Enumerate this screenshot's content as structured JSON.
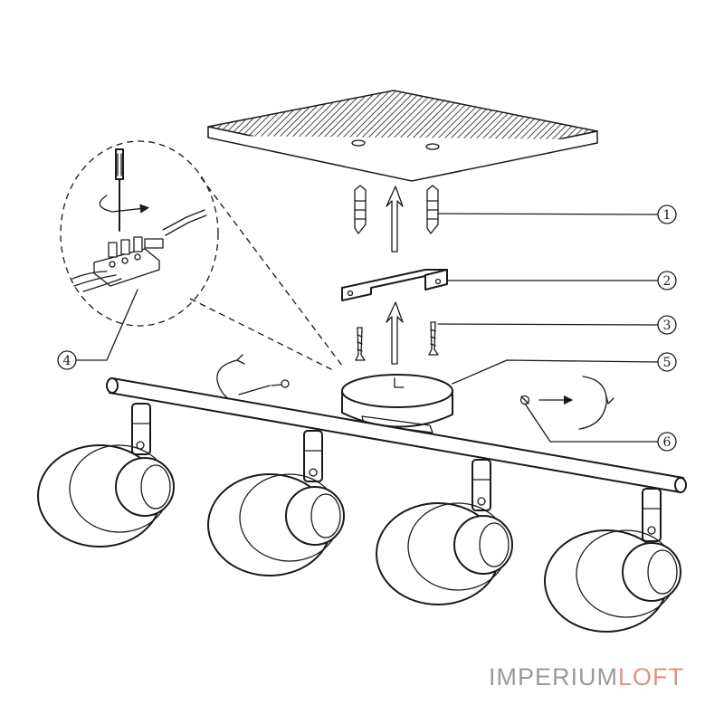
{
  "callouts": [
    {
      "label": "1"
    },
    {
      "label": "2"
    },
    {
      "label": "3"
    },
    {
      "label": "4"
    },
    {
      "label": "5"
    },
    {
      "label": "6"
    }
  ],
  "watermark": {
    "part_a": "IMPERIUM",
    "part_b": "LOFT",
    "color_a": "#9a9a9a",
    "color_b": "#e0937e"
  },
  "icons": [
    "screwdriver-icon",
    "rotate-arrow-icon",
    "terminal-block-icon",
    "wall-plug-icon",
    "screw-icon",
    "spotlight-icon"
  ]
}
